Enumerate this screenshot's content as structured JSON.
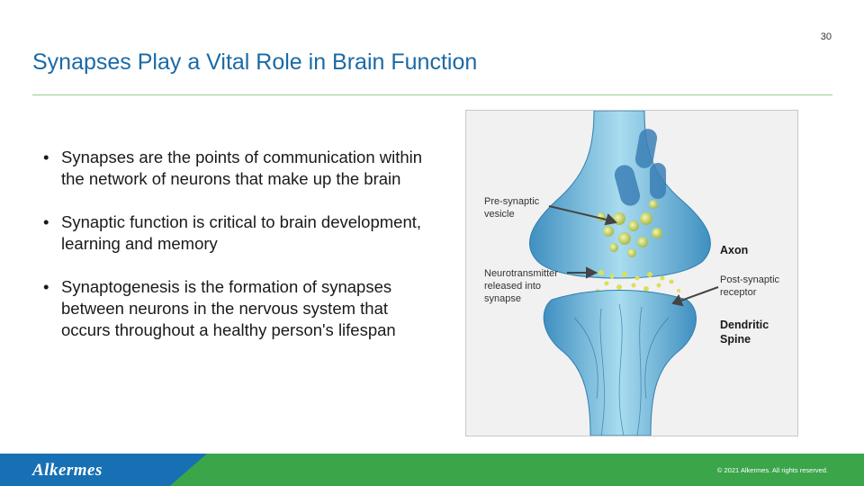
{
  "slide": {
    "page_number": "30",
    "title": "Synapses Play a Vital Role in Brain Function"
  },
  "bullets": [
    "Synapses are the points of communication within the network of neurons that make up the brain",
    "Synaptic function is critical to brain development, learning and memory",
    "Synaptogenesis is the formation of synapses between neurons in the nervous system that occurs throughout a healthy person's lifespan"
  ],
  "figure": {
    "labels": {
      "presynaptic_vesicle": "Pre-synaptic\nvesicle",
      "neurotransmitter": "Neurotransmitter\nreleased into\nsynapse",
      "axon": "Axon",
      "postsynaptic_receptor": "Post-synaptic\nreceptor",
      "dendritic_spine": "Dendritic\nSpine"
    }
  },
  "footer": {
    "logo": "Alkermes",
    "copyright": "© 2021 Alkermes. All rights reserved."
  },
  "colors": {
    "title": "#1b6aa5",
    "rule": "#9ad08a",
    "footer_green": "#3ba54a",
    "footer_blue": "#1770b3"
  }
}
